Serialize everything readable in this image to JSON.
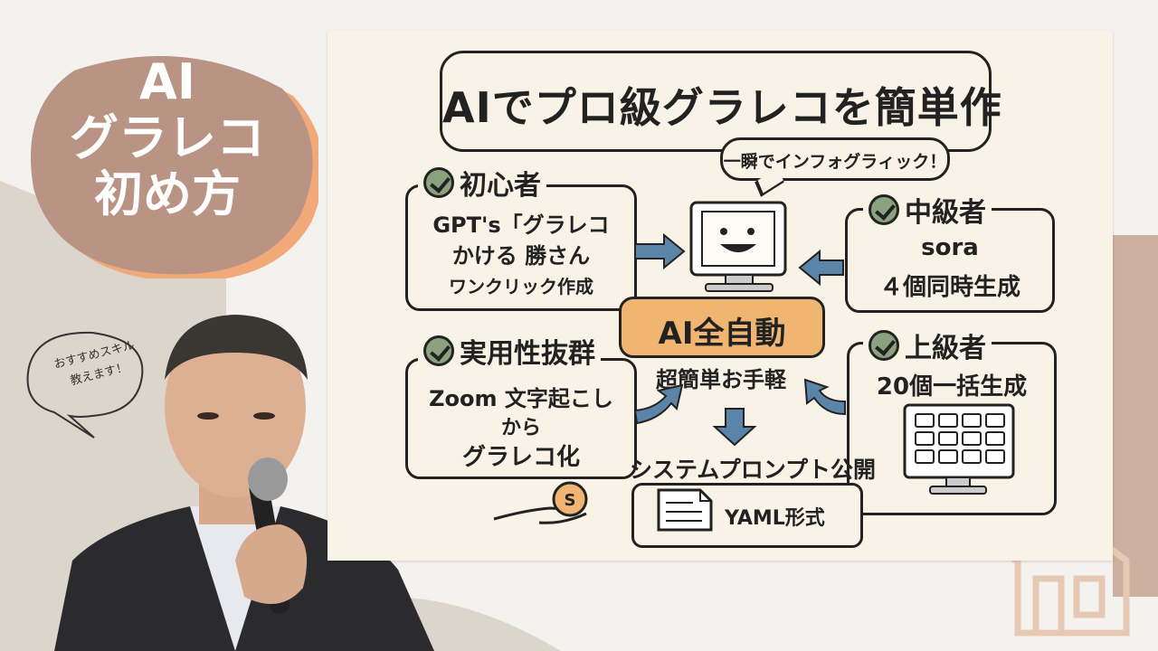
{
  "badge": {
    "line1": "AI",
    "line2": "グラレコ",
    "line3": "初め方",
    "color": "#b99383",
    "accent": "#f2a97a"
  },
  "bubble": {
    "line1": "おすすめスキル",
    "line2": "教えます！"
  },
  "card": {
    "title": "AIでプロ級グラレコを簡単作",
    "subtitle": "一瞬でインフォグラィック！",
    "beginner": {
      "title": "初心者",
      "line1": "GPT's「グラレコ",
      "line2": "かける 勝さん",
      "line3": "ワンクリック作成"
    },
    "intermediate": {
      "title": "中級者",
      "line1": "sora",
      "line2": "４個同時生成"
    },
    "practical": {
      "title": "実用性抜群",
      "line1": "Zoom 文字起こし",
      "line2": "から",
      "line3": "グラレコ化"
    },
    "advanced": {
      "title": "上級者",
      "line1": "20個一括生成"
    },
    "center": {
      "pill": "AI全自動",
      "sub": "超簡単お手軽"
    },
    "system": "システムプロンプト公開",
    "yaml": "YAML形式",
    "coin_symbol": "S"
  },
  "colors": {
    "paper": "#f8f3e6",
    "pill": "#f0b570",
    "check": "#8aa37e",
    "arrow": "#5a84a8"
  },
  "icons": [
    "check-icon",
    "monitor-face-icon",
    "arrow-icon",
    "grid-monitor-icon",
    "document-icon",
    "coin-icon",
    "hand-icon",
    "house-icon"
  ]
}
